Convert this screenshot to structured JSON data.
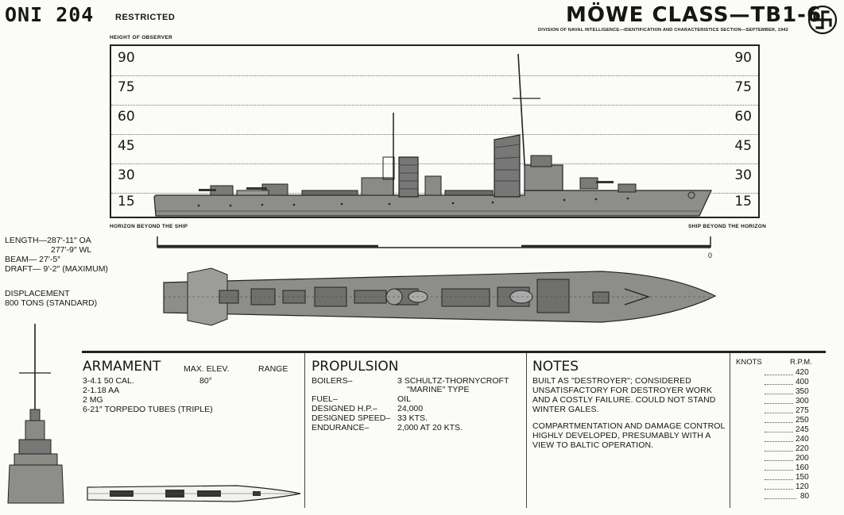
{
  "header": {
    "doc_id": "ONI 204",
    "classification": "RESTRICTED",
    "title": "MÖWE CLASS—TB1-6",
    "subtitle": "DIVISION OF NAVAL INTELLIGENCE—IDENTIFICATION AND CHARACTERISTICS SECTION—SEPTEMBER, 1942",
    "emblem_icon": "swastika-roundel-icon"
  },
  "profile": {
    "height_label": "HEIGHT OF OBSERVER",
    "scale_values": [
      "90",
      "75",
      "60",
      "45",
      "30",
      "15"
    ],
    "horizon_left": "HORIZON BEYOND THE SHIP",
    "horizon_right": "SHIP BEYOND THE HORIZON",
    "zero_label": "0"
  },
  "dimensions": {
    "length_1": "LENGTH—287′-11″ OA",
    "length_2": "277′-9″ WL",
    "beam": "BEAM—   27′-5″",
    "draft": "DRAFT—  9′-2″ (MAXIMUM)",
    "displacement_label": "DISPLACEMENT",
    "displacement_value": "800 TONS (STANDARD)"
  },
  "armament": {
    "heading": "ARMAMENT",
    "col_elev": "MAX. ELEV.",
    "col_range": "RANGE",
    "items": [
      {
        "text": "3-4.1 50 CAL.",
        "elev": "80°"
      },
      {
        "text": "2-1.18 AA",
        "elev": ""
      },
      {
        "text": "2 MG",
        "elev": ""
      },
      {
        "text": "6-21″ TORPEDO TUBES (TRIPLE)",
        "elev": ""
      }
    ]
  },
  "propulsion": {
    "heading": "PROPULSION",
    "rows": [
      {
        "label": "BOILERS–",
        "value": "3 SCHULTZ-THORNYCROFT"
      },
      {
        "label": "",
        "value": "\"MARINE\" TYPE"
      },
      {
        "label": "FUEL–",
        "value": "OIL"
      },
      {
        "label": "DESIGNED H.P.–",
        "value": "24,000"
      },
      {
        "label": "DESIGNED SPEED–",
        "value": "33 KTS."
      },
      {
        "label": "ENDURANCE–",
        "value": "2,000 AT 20 KTS."
      }
    ]
  },
  "notes": {
    "heading": "NOTES",
    "paragraph_1": "BUILT AS \"DESTROYER\"; CONSIDERED UNSATISFACTORY FOR DESTROYER WORK AND A COSTLY FAILURE. COULD NOT STAND WINTER GALES.",
    "paragraph_2": "COMPARTMENTATION AND DAMAGE CONTROL HIGHLY DEVELOPED, PRESUMABLY WITH A VIEW TO BALTIC OPERATION."
  },
  "speed_table": {
    "col_knots": "KNOTS",
    "col_rpm": "R.P.M.",
    "rpm_values": [
      "420",
      "400",
      "350",
      "300",
      "275",
      "250",
      "245",
      "240",
      "220",
      "200",
      "160",
      "150",
      "120",
      "80"
    ]
  },
  "colors": {
    "ink": "#161616",
    "paper": "#fbfbf8",
    "hull": "#8a8a86",
    "hull_dark": "#4a4a48"
  }
}
